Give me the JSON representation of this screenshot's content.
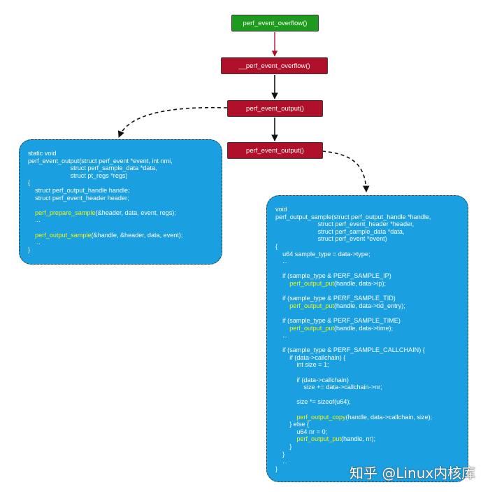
{
  "nodes": {
    "overflow": "perf_event_overflow()",
    "underscore_overflow": "__perf_event_overflow()",
    "output_a": "perf_event_output()",
    "output_b": "perf_event_output()"
  },
  "colors": {
    "green_node": "#1e9a1e",
    "red_node": "#b0102a",
    "code_box": "#1a9fe0",
    "highlight_fn": "#f2f51a"
  },
  "code_left": [
    [
      {
        "t": "static void"
      }
    ],
    [
      {
        "t": "perf_event_output(struct perf_event *event, int nmi,"
      }
    ],
    [
      {
        "t": "                        struct perf_sample_data *data,"
      }
    ],
    [
      {
        "t": "                        struct pt_regs *regs)"
      }
    ],
    [
      {
        "t": "{"
      }
    ],
    [
      {
        "t": "    struct perf_output_handle handle;"
      }
    ],
    [
      {
        "t": "    struct perf_event_header header;"
      }
    ],
    [
      {
        "t": ""
      }
    ],
    [
      {
        "t": "    "
      },
      {
        "t": "perf_prepare_sample",
        "fn": true
      },
      {
        "t": "(&header, data, event, regs);"
      }
    ],
    [
      {
        "t": "    ..."
      }
    ],
    [
      {
        "t": ""
      }
    ],
    [
      {
        "t": "    "
      },
      {
        "t": "perf_output_sample",
        "fn": true
      },
      {
        "t": "(&handle, &header, data, event);"
      }
    ],
    [
      {
        "t": "    ..."
      }
    ],
    [
      {
        "t": "}"
      }
    ]
  ],
  "code_right": [
    [
      {
        "t": "void"
      }
    ],
    [
      {
        "t": "perf_output_sample(struct perf_output_handle *handle,"
      }
    ],
    [
      {
        "t": "                        struct perf_event_header *header,"
      }
    ],
    [
      {
        "t": "                        struct perf_sample_data *data,"
      }
    ],
    [
      {
        "t": "                        struct perf_event *event)"
      }
    ],
    [
      {
        "t": "{"
      }
    ],
    [
      {
        "t": "    u64 sample_type = data->type;"
      }
    ],
    [
      {
        "t": "    ..."
      }
    ],
    [
      {
        "t": ""
      }
    ],
    [
      {
        "t": "    if (sample_type & PERF_SAMPLE_IP)"
      }
    ],
    [
      {
        "t": "        "
      },
      {
        "t": "perf_output_put",
        "fn": true
      },
      {
        "t": "(handle, data->ip);"
      }
    ],
    [
      {
        "t": ""
      }
    ],
    [
      {
        "t": "    if (sample_type & PERF_SAMPLE_TID)"
      }
    ],
    [
      {
        "t": "        "
      },
      {
        "t": "perf_output_put",
        "fn": true
      },
      {
        "t": "(handle, data->tid_entry);"
      }
    ],
    [
      {
        "t": ""
      }
    ],
    [
      {
        "t": "    if (sample_type & PERF_SAMPLE_TIME)"
      }
    ],
    [
      {
        "t": "        "
      },
      {
        "t": "perf_output_put",
        "fn": true
      },
      {
        "t": "(handle, data->time);"
      }
    ],
    [
      {
        "t": "    ..."
      }
    ],
    [
      {
        "t": ""
      }
    ],
    [
      {
        "t": "    if (sample_type & PERF_SAMPLE_CALLCHAIN) {"
      }
    ],
    [
      {
        "t": "        if (data->callchain) {"
      }
    ],
    [
      {
        "t": "            int size = 1;"
      }
    ],
    [
      {
        "t": ""
      }
    ],
    [
      {
        "t": "            if (data->callchain)"
      }
    ],
    [
      {
        "t": "                size += data->callchain->nr;"
      }
    ],
    [
      {
        "t": ""
      }
    ],
    [
      {
        "t": "            size *= sizeof(u64);"
      }
    ],
    [
      {
        "t": ""
      }
    ],
    [
      {
        "t": "            "
      },
      {
        "t": "perf_output_copy",
        "fn": true
      },
      {
        "t": "(handle, data->callchain, size);"
      }
    ],
    [
      {
        "t": "        } else {"
      }
    ],
    [
      {
        "t": "            u64 nr = 0;"
      }
    ],
    [
      {
        "t": "            "
      },
      {
        "t": "perf_output_put",
        "fn": true
      },
      {
        "t": "(handle, nr);"
      }
    ],
    [
      {
        "t": "        }"
      }
    ],
    [
      {
        "t": "    }"
      }
    ],
    [
      {
        "t": "    ..."
      }
    ],
    [
      {
        "t": "}"
      }
    ]
  ],
  "watermark": "知乎 @Linux内核库"
}
